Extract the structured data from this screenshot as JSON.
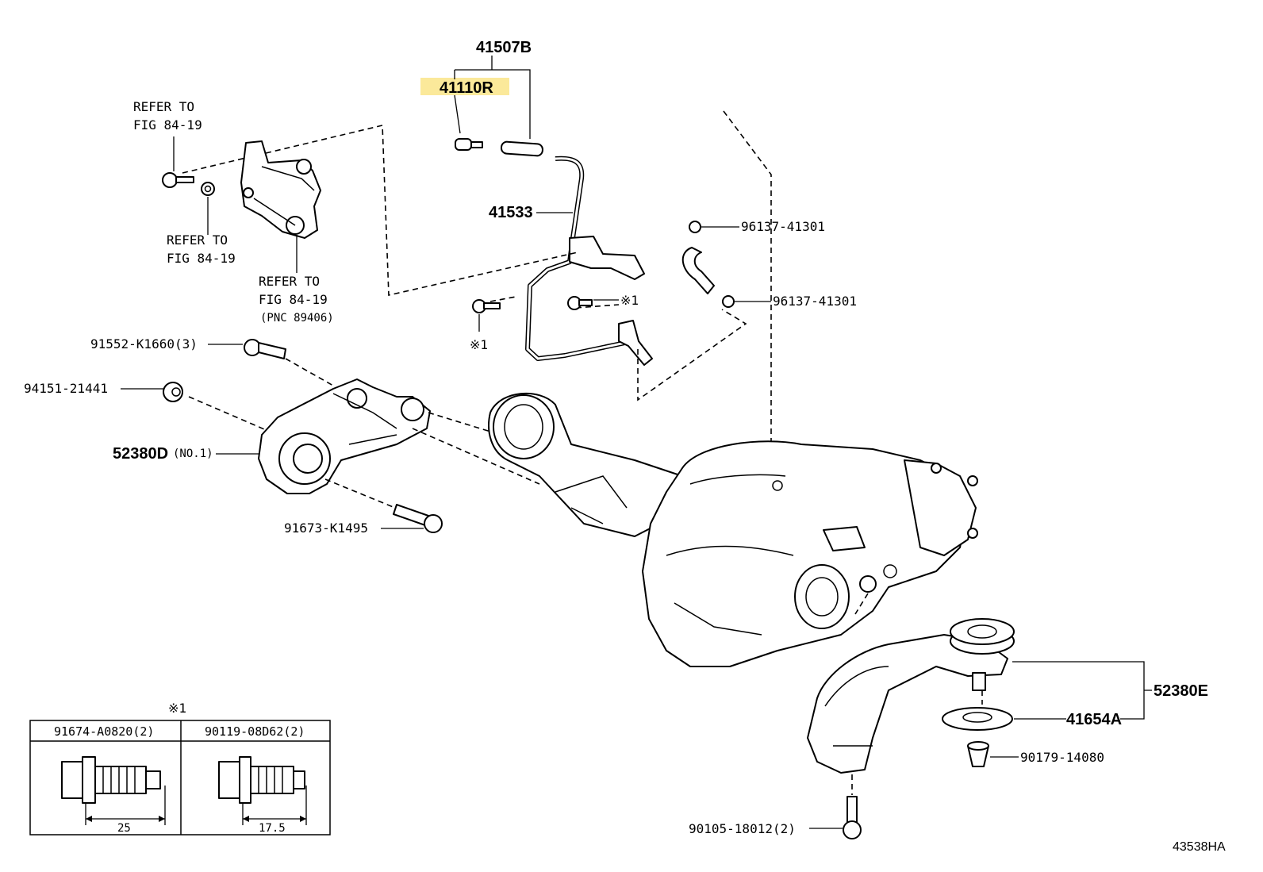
{
  "labels": {
    "p41507B": "41507B",
    "p41110R": "41110R",
    "p41533": "41533",
    "refer_top_1": "REFER TO",
    "refer_top_2": "FIG 84-19",
    "refer_mid_1": "REFER TO",
    "refer_mid_2": "FIG 84-19",
    "refer_low_1": "REFER TO",
    "refer_low_2": "FIG 84-19",
    "refer_low_3": "(PNC 89406)",
    "p96137_a": "96137-41301",
    "p96137_b": "96137-41301",
    "mark_1a": "※1",
    "mark_1b": "※1",
    "p91552": "91552-K1660(3)",
    "p94151": "94151-21441",
    "p52380D": "52380D",
    "p52380D_sub": "(NO.1)",
    "p91673": "91673-K1495",
    "p52380E": "52380E",
    "p41654A": "41654A",
    "p90179": "90179-14080",
    "p90105": "90105-18012(2)",
    "fig_id": "43538HA"
  },
  "inset": {
    "title": "※1",
    "col1_part": "91674-A0820(2)",
    "col1_dim": "25",
    "col2_part": "90119-08D62(2)",
    "col2_dim": "17.5"
  },
  "colors": {
    "highlight": "#fbe99a",
    "line": "#000000"
  }
}
